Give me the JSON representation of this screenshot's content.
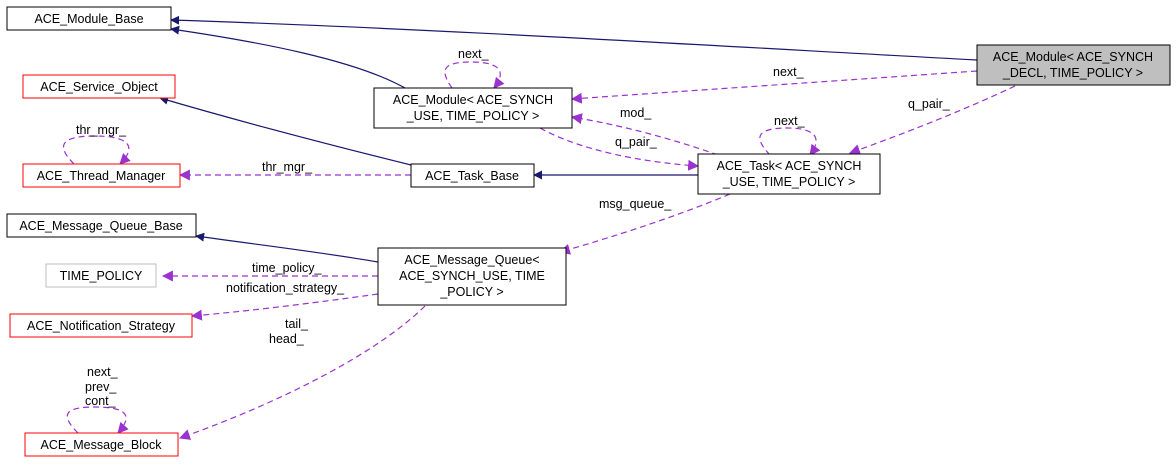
{
  "colors": {
    "inherit_edge": "#191970",
    "usage_edge": "#9a32cd",
    "normal_border": "#000000",
    "incomplete_border": "#ff0000",
    "external_border": "#bfbfbf",
    "focus_fill": "#bfbfbf"
  },
  "nodes": {
    "module_base": {
      "lines": [
        "ACE_Module_Base"
      ]
    },
    "service_object": {
      "lines": [
        "ACE_Service_Object"
      ]
    },
    "thread_manager": {
      "lines": [
        "ACE_Thread_Manager"
      ]
    },
    "message_queue_base": {
      "lines": [
        "ACE_Message_Queue_Base"
      ]
    },
    "time_policy": {
      "lines": [
        "TIME_POLICY"
      ]
    },
    "notification_strategy": {
      "lines": [
        "ACE_Notification_Strategy"
      ]
    },
    "message_block": {
      "lines": [
        "ACE_Message_Block"
      ]
    },
    "module_use": {
      "lines": [
        "ACE_Module< ACE_SYNCH",
        "_USE, TIME_POLICY >"
      ]
    },
    "task_base": {
      "lines": [
        "ACE_Task_Base"
      ]
    },
    "message_queue": {
      "lines": [
        "ACE_Message_Queue<",
        "ACE_SYNCH_USE, TIME",
        "_POLICY >"
      ]
    },
    "task": {
      "lines": [
        "ACE_Task< ACE_SYNCH",
        "_USE, TIME_POLICY >"
      ]
    },
    "module_decl": {
      "lines": [
        "ACE_Module< ACE_SYNCH",
        "_DECL, TIME_POLICY >"
      ]
    }
  },
  "edge_labels": {
    "module_next": "next_",
    "decl_next": "next_",
    "mod": "mod_",
    "q_pair_task": "q_pair_",
    "q_pair_decl": "q_pair_",
    "task_next": "next_",
    "thr_mgr_self": "thr_mgr_",
    "thr_mgr": "thr_mgr_",
    "msg_queue": "msg_queue_",
    "time_policy": "time_policy_",
    "notification_strategy": "notification_strategy_",
    "tail": "tail_",
    "head": "head_",
    "block_next": "next_",
    "block_prev": "prev_",
    "block_cont": "cont_"
  }
}
